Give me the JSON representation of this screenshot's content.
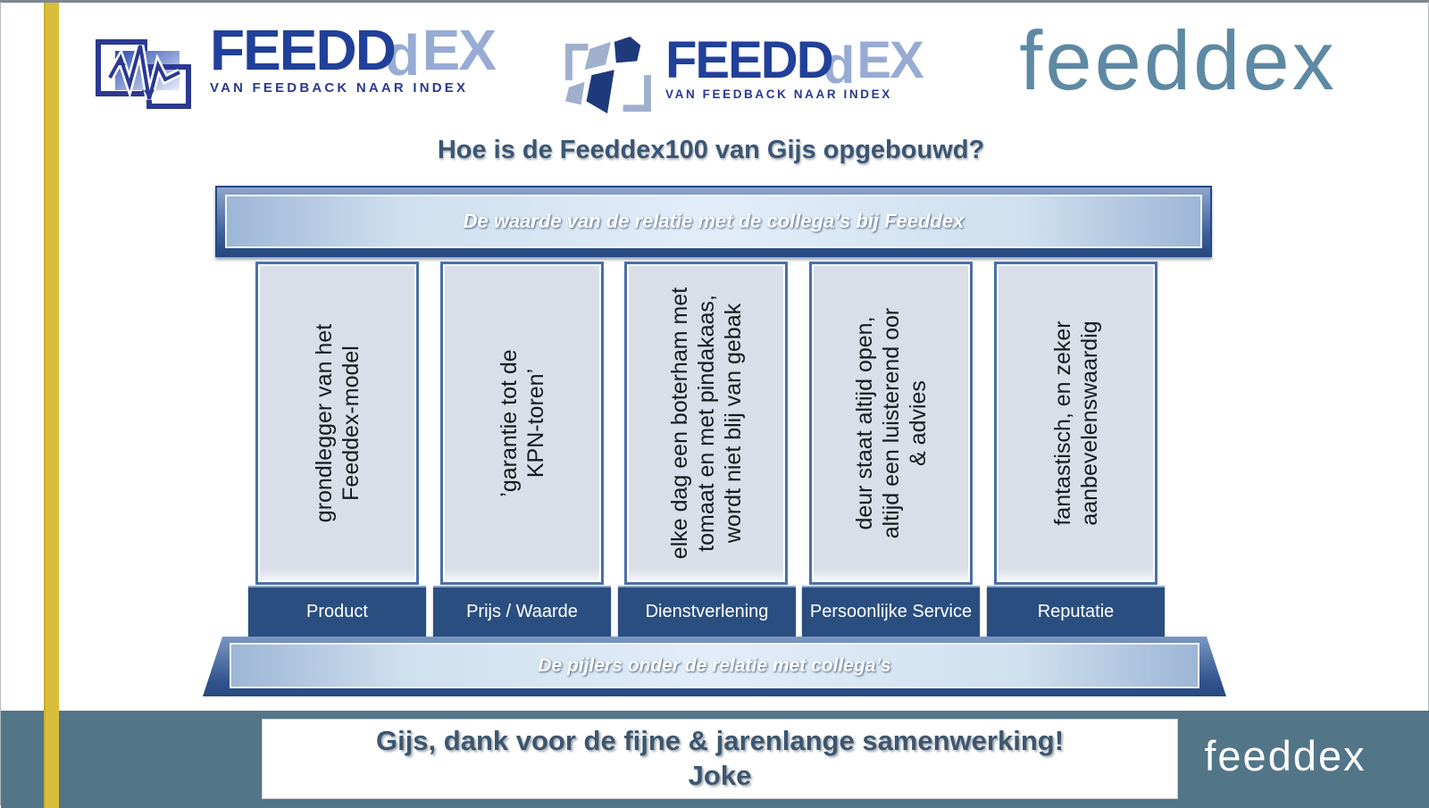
{
  "header": {
    "title": "Hoe is de Feeddex100 van Gijs opgebouwd?",
    "logo_classic": {
      "word_dark": "FEED",
      "word_d_dark": "D",
      "word_d_light": "d",
      "word_light": "EX",
      "tagline": "VAN FEEDBACK NAAR INDEX"
    },
    "logo_modern": {
      "word_dark": "FEED",
      "word_d_dark": "D",
      "word_d_light": "d",
      "word_light": "EX",
      "tagline": "VAN FEEDBACK NAAR INDEX"
    },
    "logo_wordmark": "feeddex"
  },
  "diagram": {
    "top_banner": "De waarde van de relatie met de collega’s bij Feeddex",
    "bottom_banner": "De pijlers onder de relatie met collega’s",
    "pillars": [
      {
        "quote": "grondlegger van het\nFeeddex-model",
        "label": "Product"
      },
      {
        "quote": "’garantie tot de\nKPN-toren’",
        "label": "Prijs / Waarde"
      },
      {
        "quote": "elke dag een boterham met\ntomaat en met pindakaas,\nwordt niet blij van gebak",
        "label": "Dienstverlening"
      },
      {
        "quote": "deur staat altijd open,\naltijd een luisterend oor\n& advies",
        "label": "Persoonlijke Service"
      },
      {
        "quote": "fantastisch, en zeker\naanbevelenswaardig",
        "label": "Reputatie"
      }
    ]
  },
  "footer": {
    "message_line1": "Gijs, dank voor de fijne & jarenlange samenwerking!",
    "message_line2": "Joke",
    "logo_wordmark": "feeddex"
  },
  "colors": {
    "yellow_stripe": "#d9be3b",
    "teal_band": "#527588",
    "label_blue": "#2a4e80",
    "banner_border_blue": "#24488a",
    "banner_light_blue": "#e2edf9",
    "pillar_fill": "#d9dee8",
    "pillar_border": "#4a6fa5",
    "logo_dark_blue": "#21409a",
    "logo_light_blue": "#97abd4",
    "wordmark_teal": "#5d89a4",
    "title_text": "#3a5674",
    "message_text": "#3d566e"
  }
}
